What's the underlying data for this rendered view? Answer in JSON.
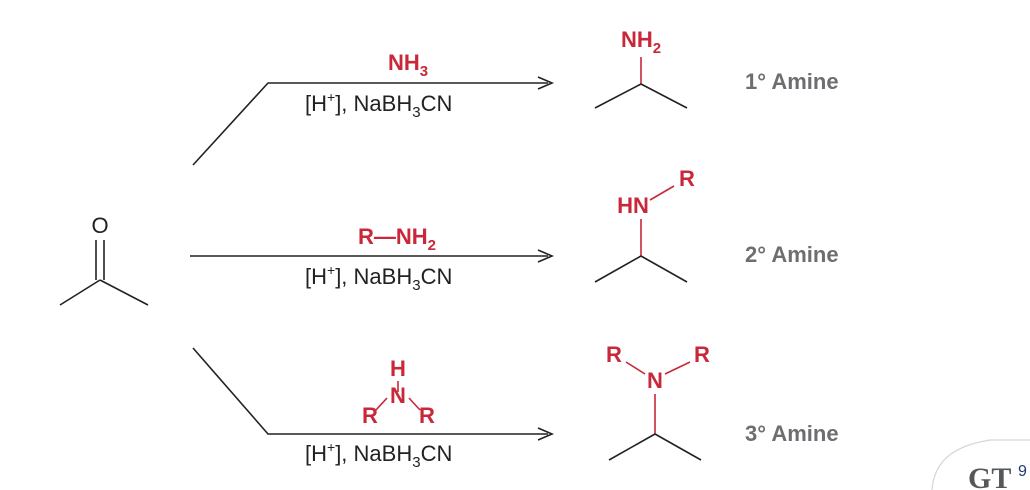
{
  "reactant": {
    "oxygen": "O"
  },
  "routes": [
    {
      "reagent": {
        "main": "NH",
        "sub": "3"
      },
      "conditions": {
        "open": "[H",
        "sup": "+",
        "close": "], NaBH",
        "sub": "3",
        "end": "CN"
      },
      "product": {
        "group": "NH",
        "group_sub": "2"
      },
      "label": "1° Amine"
    },
    {
      "reagent": {
        "main": "R—NH",
        "sub": "2"
      },
      "conditions": {
        "open": "[H",
        "sup": "+",
        "close": "], NaBH",
        "sub": "3",
        "end": "CN"
      },
      "product": {
        "group": "HN",
        "r": "R"
      },
      "label": "2° Amine"
    },
    {
      "reagent": {
        "h": "H",
        "n": "N",
        "r_left": "R",
        "r_right": "R"
      },
      "conditions": {
        "open": "[H",
        "sup": "+",
        "close": "], NaBH",
        "sub": "3",
        "end": "CN"
      },
      "product": {
        "n": "N",
        "r_left": "R",
        "r_right": "R"
      },
      "label": "3° Amine"
    }
  ],
  "logo": {
    "mark": "GT",
    "extra": "9"
  },
  "colors": {
    "reagent": "#c8283a",
    "bond": "#222222",
    "amine_label": "#6d6e71"
  }
}
